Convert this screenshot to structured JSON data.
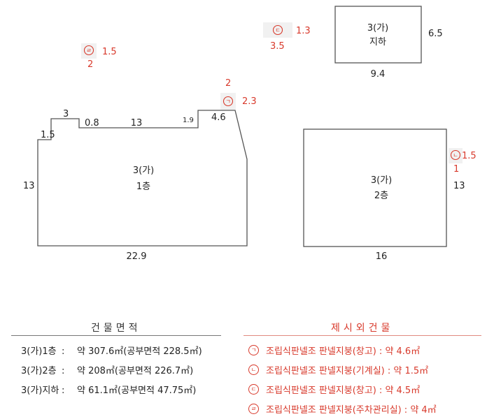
{
  "plan": {
    "basement": {
      "name": "3(가)",
      "floor": "지하",
      "dims": {
        "right": "6.5",
        "bottom": "9.4"
      }
    },
    "floor1": {
      "name": "3(가)",
      "floor": "1층",
      "dims": {
        "left": "13",
        "bottom": "22.9",
        "step_height": "1.5",
        "step_width": "3",
        "notch": "0.8",
        "top_mid": "13",
        "top_small": "1.9",
        "top_right": "4.6"
      }
    },
    "floor2": {
      "name": "3(가)",
      "floor": "2층",
      "dims": {
        "right": "13",
        "bottom": "16"
      }
    },
    "markers": [
      {
        "sym": "ㄱ",
        "a": "2",
        "b": "2.3"
      },
      {
        "sym": "ㄴ",
        "a": "1.5",
        "b": "1"
      },
      {
        "sym": "ㄷ",
        "a": "1.3",
        "b": "3.5"
      },
      {
        "sym": "ㄹ",
        "a": "1.5",
        "b": "2"
      }
    ]
  },
  "area_section": {
    "title": "건물면적",
    "rows": [
      {
        "name": "3(가)1층",
        "colon": ":",
        "value": "약 307.6㎡(공부면적 228.5㎡)"
      },
      {
        "name": "3(가)2층",
        "colon": ":",
        "value": "약 208㎡(공부면적 226.7㎡)"
      },
      {
        "name": "3(가)지하",
        "colon": ":",
        "value": "약 61.1㎡(공부면적 47.75㎡)"
      }
    ]
  },
  "excluded_section": {
    "title": "제시외건물",
    "rows": [
      {
        "sym": "ㄱ",
        "text": "조립식판넬조 판넬지붕(창고) : 약 4.6㎡"
      },
      {
        "sym": "ㄴ",
        "text": "조립식판넬조 판넬지붕(기계실) : 약 1.5㎡"
      },
      {
        "sym": "ㄷ",
        "text": "조립식판넬조 판넬지붕(창고) : 약 4.5㎡"
      },
      {
        "sym": "ㄹ",
        "text": "조립식판넬조 판넬지붕(주차관리실) : 약 4㎡"
      }
    ]
  },
  "colors": {
    "outline": "#555555",
    "text": "#222222",
    "accent": "#d8392b"
  }
}
